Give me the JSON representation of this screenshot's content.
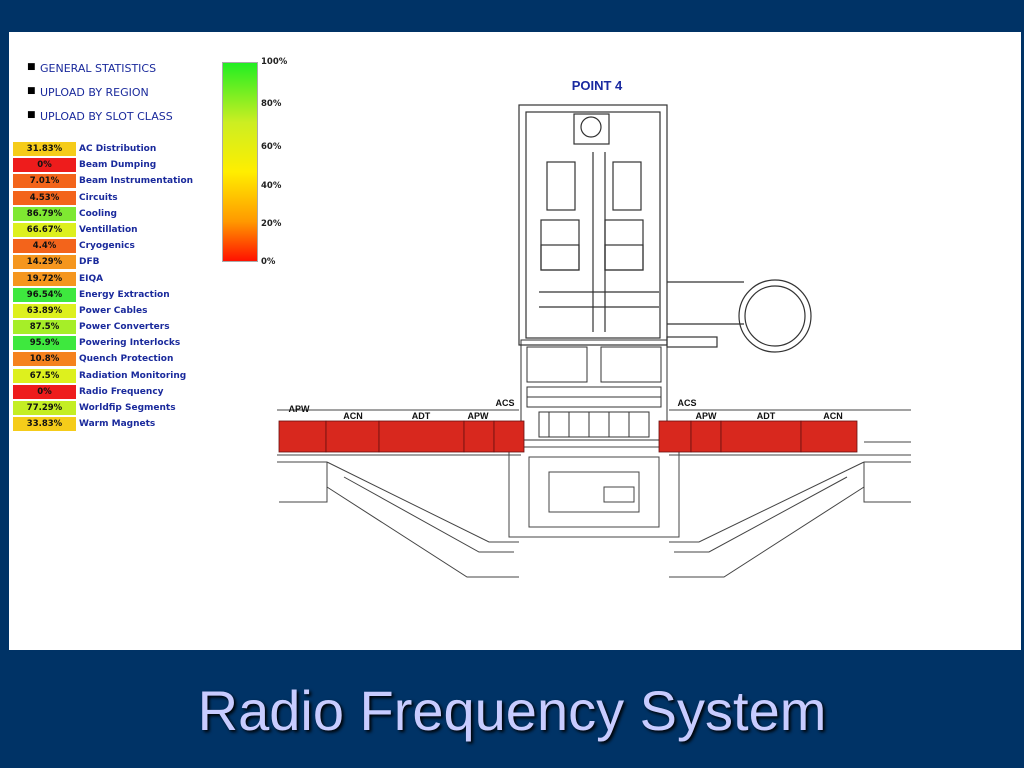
{
  "menu": [
    {
      "label": "GENERAL STATISTICS"
    },
    {
      "label": "UPLOAD BY REGION"
    },
    {
      "label": "UPLOAD BY SLOT CLASS"
    }
  ],
  "stats": [
    {
      "value": "31.83%",
      "name": "AC Distribution",
      "color": "#f5cc1a"
    },
    {
      "value": "0%",
      "name": "Beam Dumping",
      "color": "#ee1c1c"
    },
    {
      "value": "7.01%",
      "name": "Beam Instrumentation",
      "color": "#f3641b"
    },
    {
      "value": "4.53%",
      "name": "Circuits",
      "color": "#f3641b"
    },
    {
      "value": "86.79%",
      "name": "Cooling",
      "color": "#7fe832"
    },
    {
      "value": "66.67%",
      "name": "Ventillation",
      "color": "#ddf01e"
    },
    {
      "value": "4.4%",
      "name": "Cryogenics",
      "color": "#f3641b"
    },
    {
      "value": "14.29%",
      "name": "DFB",
      "color": "#f5961e"
    },
    {
      "value": "19.72%",
      "name": "EIQA",
      "color": "#f5961e"
    },
    {
      "value": "96.54%",
      "name": "Energy Extraction",
      "color": "#3ee83e"
    },
    {
      "value": "63.89%",
      "name": "Power Cables",
      "color": "#ddf01e"
    },
    {
      "value": "87.5%",
      "name": "Power Converters",
      "color": "#a6ee28"
    },
    {
      "value": "95.9%",
      "name": "Powering Interlocks",
      "color": "#3ee83e"
    },
    {
      "value": "10.8%",
      "name": "Quench Protection",
      "color": "#f5821e"
    },
    {
      "value": "67.5%",
      "name": "Radiation Monitoring",
      "color": "#ddf01e"
    },
    {
      "value": "0%",
      "name": "Radio Frequency",
      "color": "#ee1c1c"
    },
    {
      "value": "77.29%",
      "name": "Worldfip Segments",
      "color": "#c4ee24"
    },
    {
      "value": "33.83%",
      "name": "Warm Magnets",
      "color": "#f5cc1a"
    }
  ],
  "scale": [
    "100%",
    "80%",
    "60%",
    "40%",
    "20%",
    "0%"
  ],
  "diagram": {
    "point_label": "POINT 4",
    "left_labels": [
      "APW",
      "ACN",
      "ADT",
      "APW",
      "ACS"
    ],
    "right_labels": [
      "ACS",
      "APW",
      "ADT",
      "ACN"
    ],
    "segment_color": "#d8281e"
  },
  "title": "Radio Frequency System"
}
